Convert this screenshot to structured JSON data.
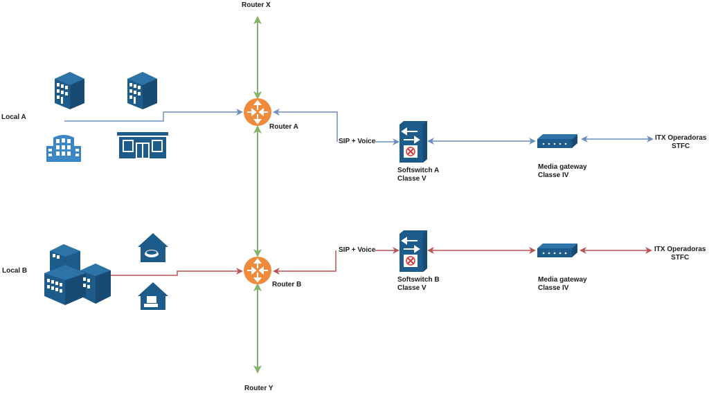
{
  "colors": {
    "blue_link": "#6c8ebf",
    "red_link": "#b85450",
    "green_link": "#82b366",
    "router": "#f08b3c",
    "device": "#1d5b8a",
    "device_light": "#3d86c6"
  },
  "routers": {
    "x": {
      "label": "Router X"
    },
    "y": {
      "label": "Router Y"
    },
    "a": {
      "label": "Router A",
      "icon": "router-icon"
    },
    "b": {
      "label": "Router B",
      "icon": "router-icon"
    }
  },
  "sites": {
    "a": {
      "label": "Local A",
      "icons": [
        "office-building-icon",
        "office-building-icon",
        "corporate-building-icon",
        "shop-building-icon"
      ]
    },
    "b": {
      "label": "Local B",
      "icons": [
        "building-cluster-icon",
        "home-router-icon",
        "home-computer-icon"
      ]
    }
  },
  "links": {
    "a_sip": "SIP + Voice",
    "b_sip": "SIP + Voice"
  },
  "softswitch": {
    "a": {
      "line1": "Softswitch A",
      "line2": "Classe V"
    },
    "b": {
      "line1": "Softswitch B",
      "line2": "Classe V"
    }
  },
  "gateway": {
    "a": {
      "line1": "Media gateway",
      "line2": "Classe IV"
    },
    "b": {
      "line1": "Media gateway",
      "line2": "Classe IV"
    }
  },
  "itx": {
    "a": {
      "line1": "ITX Operadoras",
      "line2": "STFC"
    },
    "b": {
      "line1": "ITX Operadoras",
      "line2": "STFC"
    }
  }
}
